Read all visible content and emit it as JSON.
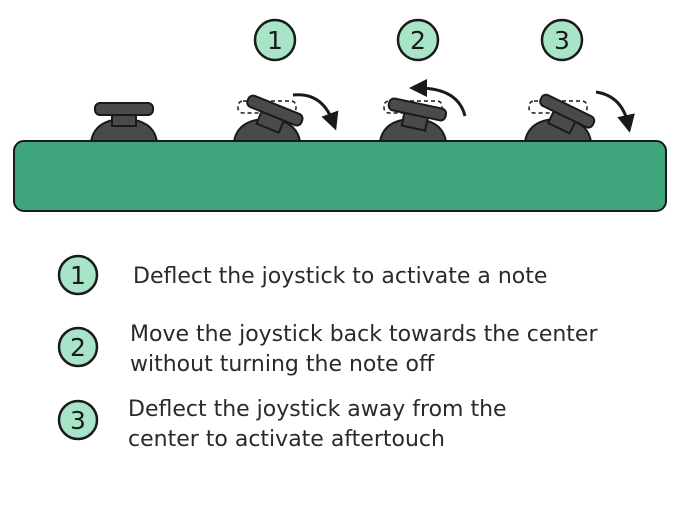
{
  "colors": {
    "device_body": "#3fa57c",
    "badge_fill": "#a8e4c8",
    "joystick": "#4a4a4a",
    "outline": "#1a1a1a"
  },
  "diagram": {
    "steps": [
      {
        "number": "1"
      },
      {
        "number": "2"
      },
      {
        "number": "3"
      }
    ]
  },
  "legend": {
    "items": [
      {
        "number": "1",
        "lines": [
          "Deflect the joystick to activate a note"
        ]
      },
      {
        "number": "2",
        "lines": [
          "Move the joystick back towards the center",
          "without turning the note off"
        ]
      },
      {
        "number": "3",
        "lines": [
          "Deflect the joystick away from the",
          "center to activate aftertouch"
        ]
      }
    ]
  }
}
